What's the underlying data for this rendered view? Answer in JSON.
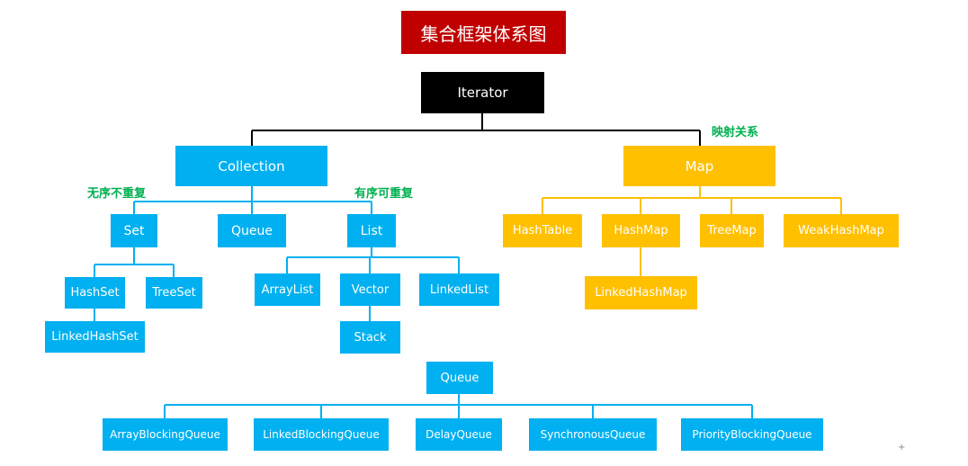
{
  "title": "集合框架体系图",
  "nodes": {
    "iterator": "Iterator",
    "collection": "Collection",
    "map": "Map",
    "set": "Set",
    "queue": "Queue",
    "list": "List",
    "hashset": "HashSet",
    "treeset": "TreeSet",
    "linkedhashset": "LinkedHashSet",
    "arraylist": "ArrayList",
    "vector": "Vector",
    "linkedlist": "LinkedList",
    "stack": "Stack",
    "hashtable": "HashTable",
    "hashmap": "HashMap",
    "treemap": "TreeMap",
    "weakhashmap": "WeakHashMap",
    "linkedhashmap": "LinkedHashMap",
    "queue2": "Queue",
    "arrayblockingqueue": "ArrayBlockingQueue",
    "linkedblockingqueue": "LinkedBlockingQueue",
    "delayqueue": "DelayQueue",
    "synchronousqueue": "SynchronousQueue",
    "priorityblockingqueue": "PriorityBlockingQueue"
  },
  "notes": {
    "map_mapping": "映射关系",
    "set_unordered": "无序不重复",
    "list_ordered": "有序可重复"
  },
  "colors": {
    "title_bg": "#c00000",
    "root_bg": "#000000",
    "collection_bg": "#00b0f0",
    "map_bg": "#ffc000",
    "note_text": "#00b050",
    "black_line": "#000000"
  },
  "edges": [
    {
      "from": "iterator",
      "to": "collection"
    },
    {
      "from": "iterator",
      "to": "map"
    },
    {
      "from": "collection",
      "to": "set"
    },
    {
      "from": "collection",
      "to": "queue"
    },
    {
      "from": "collection",
      "to": "list"
    },
    {
      "from": "set",
      "to": "hashset"
    },
    {
      "from": "set",
      "to": "treeset"
    },
    {
      "from": "hashset",
      "to": "linkedhashset"
    },
    {
      "from": "list",
      "to": "arraylist"
    },
    {
      "from": "list",
      "to": "vector"
    },
    {
      "from": "list",
      "to": "linkedlist"
    },
    {
      "from": "vector",
      "to": "stack"
    },
    {
      "from": "map",
      "to": "hashtable"
    },
    {
      "from": "map",
      "to": "hashmap"
    },
    {
      "from": "map",
      "to": "treemap"
    },
    {
      "from": "map",
      "to": "weakhashmap"
    },
    {
      "from": "hashmap",
      "to": "linkedhashmap"
    },
    {
      "from": "queue2",
      "to": "arrayblockingqueue"
    },
    {
      "from": "queue2",
      "to": "linkedblockingqueue"
    },
    {
      "from": "queue2",
      "to": "delayqueue"
    },
    {
      "from": "queue2",
      "to": "synchronousqueue"
    },
    {
      "from": "queue2",
      "to": "priorityblockingqueue"
    }
  ]
}
